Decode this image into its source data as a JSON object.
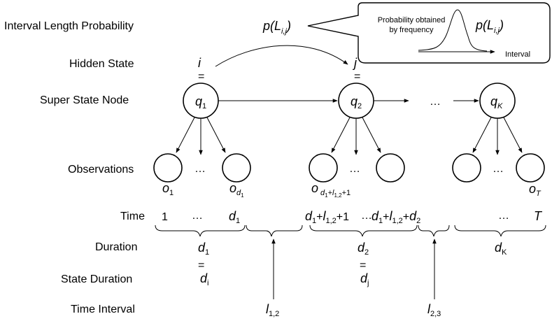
{
  "row_labels": {
    "interval_length_probability": "Interval Length Probability",
    "hidden_state": "Hidden State",
    "super_state_node": "Super State Node",
    "observations": "Observations",
    "time": "Time",
    "duration": "Duration",
    "state_duration": "State Duration",
    "time_interval": "Time Interval"
  },
  "probability": {
    "p": "p",
    "L": "L",
    "sub": "i,j",
    "callout_line1": "Probability obtained",
    "callout_line2": "by frequency",
    "interval_axis": "Interval"
  },
  "hidden_states": {
    "i": "i",
    "j": "j",
    "eq": "="
  },
  "nodes": [
    {
      "q": "q",
      "sub": "1"
    },
    {
      "q": "q",
      "sub": "2"
    },
    {
      "q": "q",
      "sub": "K"
    }
  ],
  "ellipsis": "…",
  "observations": {
    "o": "o",
    "o1_sub": "1",
    "od1_sub": "d",
    "od1_subsub": "1",
    "o_mid_sub": "d",
    "o_mid_parts": [
      "1",
      "+",
      "l",
      "1,2",
      "+1"
    ],
    "oT_sub": "T"
  },
  "time": {
    "t1": "1",
    "d1": "d",
    "d1_sub": "1",
    "mid_left": {
      "d": "d",
      "d_sub": "1",
      "plus": "+",
      "l": "l",
      "l_sub": "1,2",
      "tail": "+1"
    },
    "mid_right": {
      "d": "d",
      "d_sub": "1",
      "plus": "+",
      "l": "l",
      "l_sub": "1,2",
      "plus2": "+",
      "d2": "d",
      "d2_sub": "2"
    },
    "T": "T"
  },
  "durations": [
    {
      "d": "d",
      "sub": "1"
    },
    {
      "d": "d",
      "sub": "2"
    },
    {
      "d": "d",
      "sub": "K"
    }
  ],
  "state_durations": [
    {
      "d": "d",
      "sub": "i"
    },
    {
      "d": "d",
      "sub": "j"
    }
  ],
  "intervals": [
    {
      "l": "l",
      "sub": "1,2"
    },
    {
      "l": "l",
      "sub": "2,3"
    }
  ]
}
